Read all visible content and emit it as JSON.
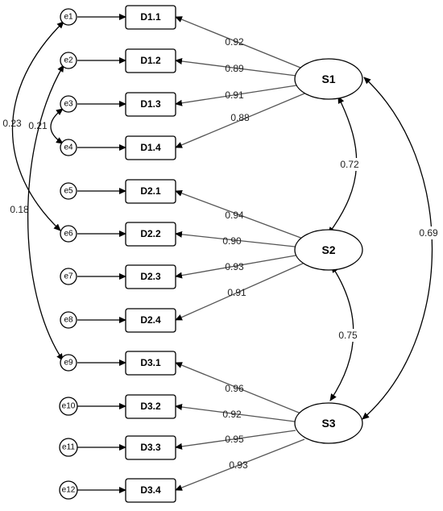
{
  "errors": [
    "e1",
    "e2",
    "e3",
    "e4",
    "e5",
    "e6",
    "e7",
    "e8",
    "e9",
    "e10",
    "e11",
    "e12"
  ],
  "indicators": [
    "D1.1",
    "D1.2",
    "D1.3",
    "D1.4",
    "D2.1",
    "D2.2",
    "D2.3",
    "D2.4",
    "D3.1",
    "D3.2",
    "D3.3",
    "D3.4"
  ],
  "factors": [
    "S1",
    "S2",
    "S3"
  ],
  "loadings": [
    "0.92",
    "0.89",
    "0.91",
    "0.88",
    "0.94",
    "0.90",
    "0.93",
    "0.91",
    "0.96",
    "0.92",
    "0.95",
    "0.93"
  ],
  "factor_correlations": {
    "s1_s2": "0.72",
    "s2_s3": "0.75",
    "s1_s3": "0.69"
  },
  "error_covariances": {
    "e1_e6": "0.23",
    "e3_e4": "0.21",
    "e2_e9": "0.18"
  },
  "colors": {
    "stroke": "#000000",
    "loading_arrow": "#555555",
    "background": "#ffffff"
  }
}
